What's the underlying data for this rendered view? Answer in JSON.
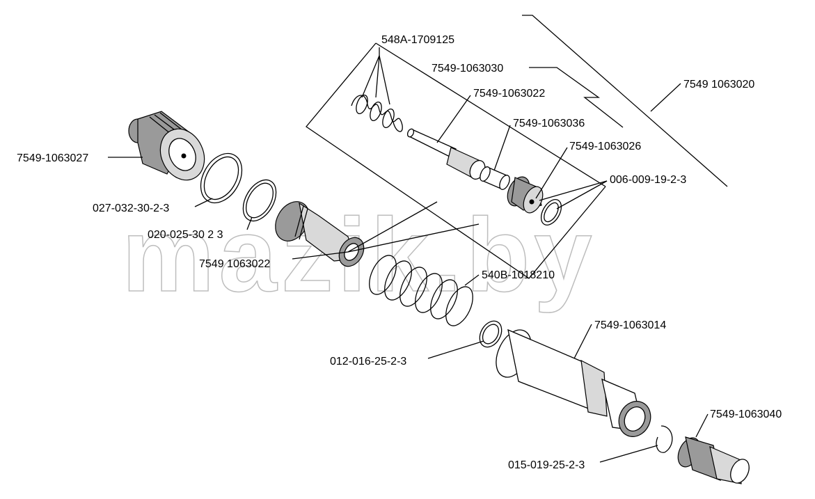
{
  "watermark": "mazik.by",
  "labels": {
    "spring_small": "548A-1709125",
    "part_030": "7549-1063030",
    "part_020": "7549 1063020",
    "part_022_top": "7549-1063022",
    "part_036": "7549-1063036",
    "part_026": "7549-1063026",
    "oring_006": "006-009-19-2-3",
    "part_027": "7549-1063027",
    "oring_027": "027-032-30-2-3",
    "oring_020": "020-025-30 2 3",
    "part_022_mid": "7549 1063022",
    "spring_large": "540B-1018210",
    "part_014": "7549-1063014",
    "oring_012": "012-016-25-2-3",
    "part_040": "7549-1063040",
    "ring_015": "015-019-25-2-3"
  }
}
